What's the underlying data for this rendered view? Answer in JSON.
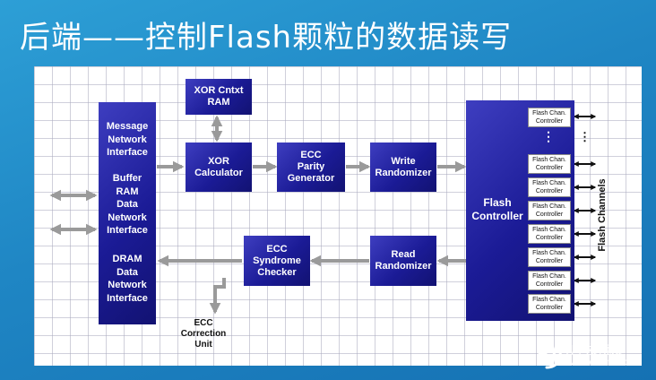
{
  "title": "后端——控制Flash颗粒的数据读写",
  "blocks": {
    "mni": {
      "part1": "Message\nNetwork\nInterface",
      "part2": "Buffer\nRAM\nData\nNetwork\nInterface",
      "part3": "DRAM\nData\nNetwork\nInterface"
    },
    "xor_ram": "XOR Cntxt\nRAM",
    "xor_calc": "XOR\nCalculator",
    "ecc_gen": "ECC\nParity\nGenerator",
    "write_rand": "Write\nRandomizer",
    "read_rand": "Read\nRandomizer",
    "ecc_check": "ECC\nSyndrome\nChecker",
    "flash_ctrl": "Flash\nController"
  },
  "flash_channels": {
    "item_label": "Flash Chan.\nController",
    "ellipsis": "⋮",
    "side_ellipsis": "⋮",
    "side_label": "Flash Channels"
  },
  "labels": {
    "ecc_correction": "ECC\nCorrection\nUnit"
  },
  "watermark": {
    "text": "电子发烧友",
    "url": "www.elecfans.com"
  },
  "colors": {
    "block": "#1b1b96",
    "arrow_gray": "#9a9a9a",
    "background": "#1f86c4"
  }
}
